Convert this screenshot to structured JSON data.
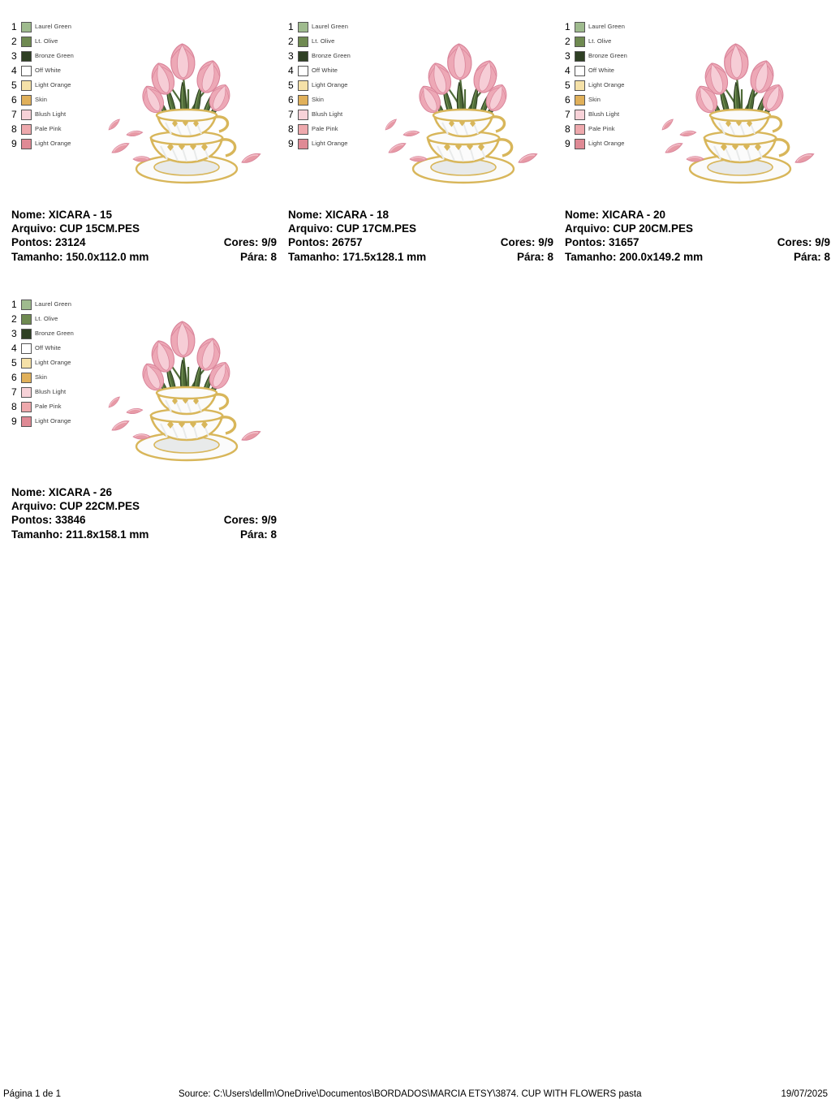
{
  "document": {
    "title": "Embroidery Design Catalog",
    "labels": {
      "nome": "Nome:",
      "arquivo": "Arquivo:",
      "pontos": "Pontos:",
      "tamanho": "Tamanho:",
      "cores": "Cores:",
      "para": "Pára:"
    }
  },
  "palette": {
    "swatch_colors": [
      "#9fbb8e",
      "#6f8a51",
      "#2f4024",
      "#ffffff",
      "#f5e1a8",
      "#e0b05a",
      "#f7d2d8",
      "#eea9ad",
      "#df8a95"
    ],
    "legend": [
      {
        "num": "1",
        "label": "Laurel Green"
      },
      {
        "num": "2",
        "label": "Lt. Olive"
      },
      {
        "num": "3",
        "label": "Bronze Green"
      },
      {
        "num": "4",
        "label": "Off White"
      },
      {
        "num": "5",
        "label": "Light Orange"
      },
      {
        "num": "6",
        "label": "Skin"
      },
      {
        "num": "7",
        "label": "Blush Light"
      },
      {
        "num": "8",
        "label": "Pale Pink"
      },
      {
        "num": "9",
        "label": "Light Orange"
      }
    ]
  },
  "designs": [
    {
      "nome": "Nome: XICARA - 15",
      "arquivo": "Arquivo: CUP 15CM.PES",
      "pontos": "Pontos: 23124",
      "tamanho": "Tamanho: 150.0x112.0 mm",
      "cores": "Cores: 9/9",
      "para": "Pára: 8"
    },
    {
      "nome": "Nome: XICARA - 18",
      "arquivo": "Arquivo: CUP 17CM.PES",
      "pontos": "Pontos: 26757",
      "tamanho": "Tamanho: 171.5x128.1 mm",
      "cores": "Cores: 9/9",
      "para": "Pára: 8"
    },
    {
      "nome": "Nome: XICARA - 20",
      "arquivo": "Arquivo: CUP 20CM.PES",
      "pontos": "Pontos: 31657",
      "tamanho": "Tamanho: 200.0x149.2 mm",
      "cores": "Cores: 9/9",
      "para": "Pára: 8"
    },
    {
      "nome": "Nome: XICARA - 26",
      "arquivo": "Arquivo: CUP 22CM.PES",
      "pontos": "Pontos: 33846",
      "tamanho": "Tamanho: 211.8x158.1 mm",
      "cores": "Cores: 9/9",
      "para": "Pára: 8"
    }
  ],
  "artwork": {
    "description": "Stacked teacups with pink tulips and scattered petals",
    "colors": {
      "gold": "#d8b65a",
      "gold_dark": "#c09a36",
      "cup_white": "#fbfbfb",
      "cup_shade": "#e8eaea",
      "petal_pink": "#e79aa6",
      "petal_light": "#f3c3cc",
      "tulip_pink": "#eda8b6",
      "tulip_light": "#f6cdd6",
      "tulip_dark": "#d9849a",
      "leaf_green": "#4f6b38",
      "leaf_dark": "#2f4024",
      "leaf_light": "#7d9a5c"
    }
  },
  "footer": {
    "page": "Página 1 de 1",
    "source": "Source: C:\\Users\\dellm\\OneDrive\\Documentos\\BORDADOS\\MARCIA ETSY\\3874. CUP WITH FLOWERS pasta",
    "date": "19/07/2025"
  }
}
